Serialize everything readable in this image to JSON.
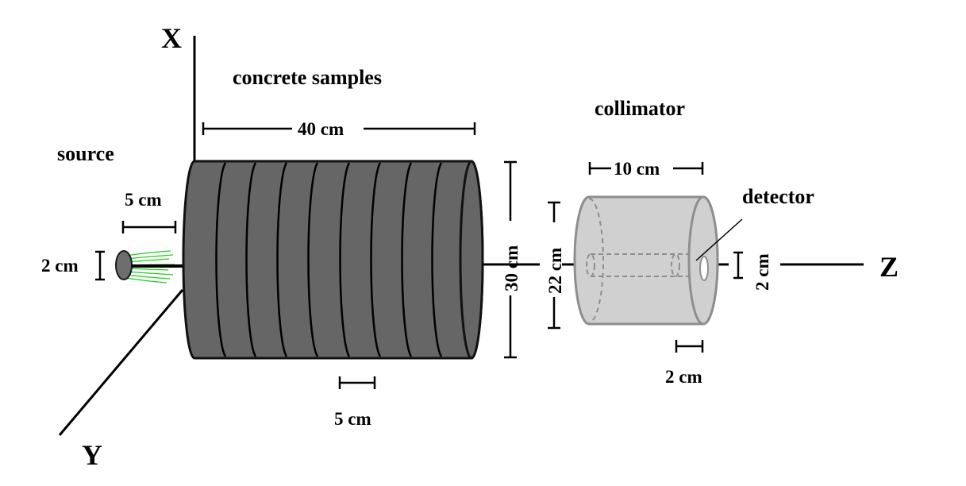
{
  "axes": {
    "x": "X",
    "y": "Y",
    "z": "Z"
  },
  "labels": {
    "concrete_samples": "concrete samples",
    "source": "source",
    "collimator": "collimator",
    "detector": "detector"
  },
  "dimensions": {
    "samples_length": "40 cm",
    "sample_thickness": "5 cm",
    "samples_diameter": "30 cm",
    "source_length": "5 cm",
    "source_diameter": "2 cm",
    "collimator_length": "10 cm",
    "collimator_diameter": "22 cm",
    "detector_diameter": "2 cm",
    "detector_length": "2 cm"
  },
  "colors": {
    "samples_fill": "#666666",
    "collimator_fill": "#d0d0d0",
    "collimator_edge": "#8e8e8e",
    "source_fill": "#6e6e6e",
    "radiation": "#22cc22"
  }
}
